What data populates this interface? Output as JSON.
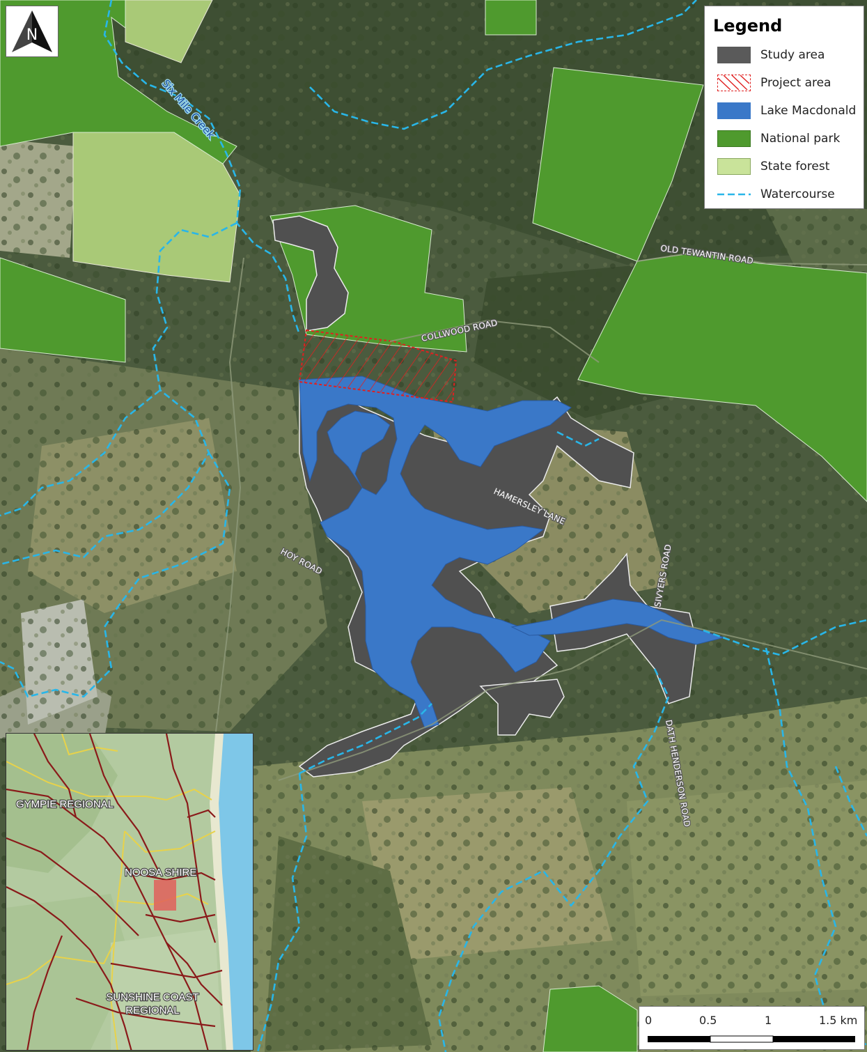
{
  "north_arrow": {
    "label": "N"
  },
  "legend": {
    "title": "Legend",
    "items": [
      {
        "key": "study",
        "label": "Study area",
        "color": "#5a5a5a"
      },
      {
        "key": "project",
        "label": "Project area",
        "color": "#e02020"
      },
      {
        "key": "lake",
        "label": "Lake Macdonald",
        "color": "#3a78c8"
      },
      {
        "key": "np",
        "label": "National park",
        "color": "#4f9a2e"
      },
      {
        "key": "sf",
        "label": "State forest",
        "color": "#b9d98a"
      },
      {
        "key": "water",
        "label": "Watercourse",
        "color": "#29b6e8"
      }
    ]
  },
  "labels": {
    "creek": "Six Mile Creek",
    "old_tewantin": "OLD TEWANTIN ROAD",
    "collwood": "COLLWOOD ROAD",
    "hamersley": "HAMERSLEY LANE",
    "hoy": "HOY ROAD",
    "sivyers": "SIVYERS ROAD",
    "dath": "DATH HENDERSON ROAD"
  },
  "inset": {
    "gympie": "GYMPIE REGIONAL",
    "noosa": "NOOSA SHIRE",
    "sunshine_1": "SUNSHINE COAST",
    "sunshine_2": "REGIONAL"
  },
  "scale": {
    "ticks": [
      "0",
      "0.5",
      "1",
      "1.5 km"
    ]
  }
}
